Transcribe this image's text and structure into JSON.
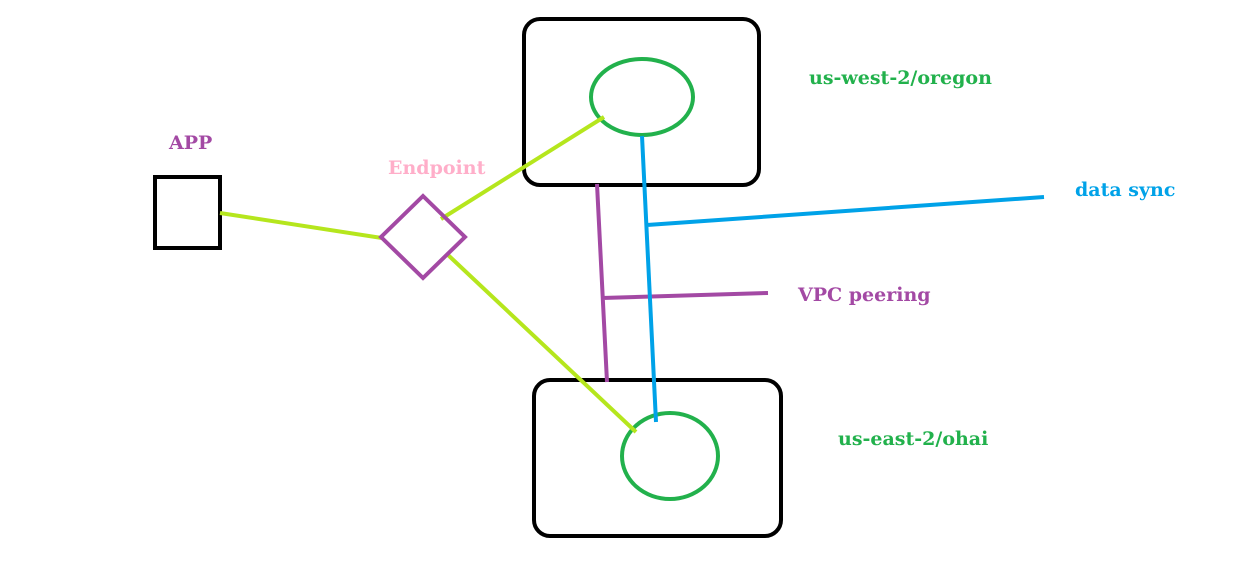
{
  "labels": {
    "app": "APP",
    "endpoint": "Endpoint",
    "region_west": "us-west-2/oregon",
    "region_east": "us-east-2/ohai",
    "data_sync": "data sync",
    "vpc_peering": "VPC peering"
  },
  "colors": {
    "box_stroke": "#000000",
    "region_ring": "#22b14c",
    "region_label": "#22b14c",
    "app_label": "#a349a4",
    "endpoint_label": "#ffaec9",
    "endpoint_stroke": "#a349a4",
    "app_link": "#b5e61d",
    "data_sync": "#00a2e8",
    "vpc_peering": "#a349a4"
  }
}
